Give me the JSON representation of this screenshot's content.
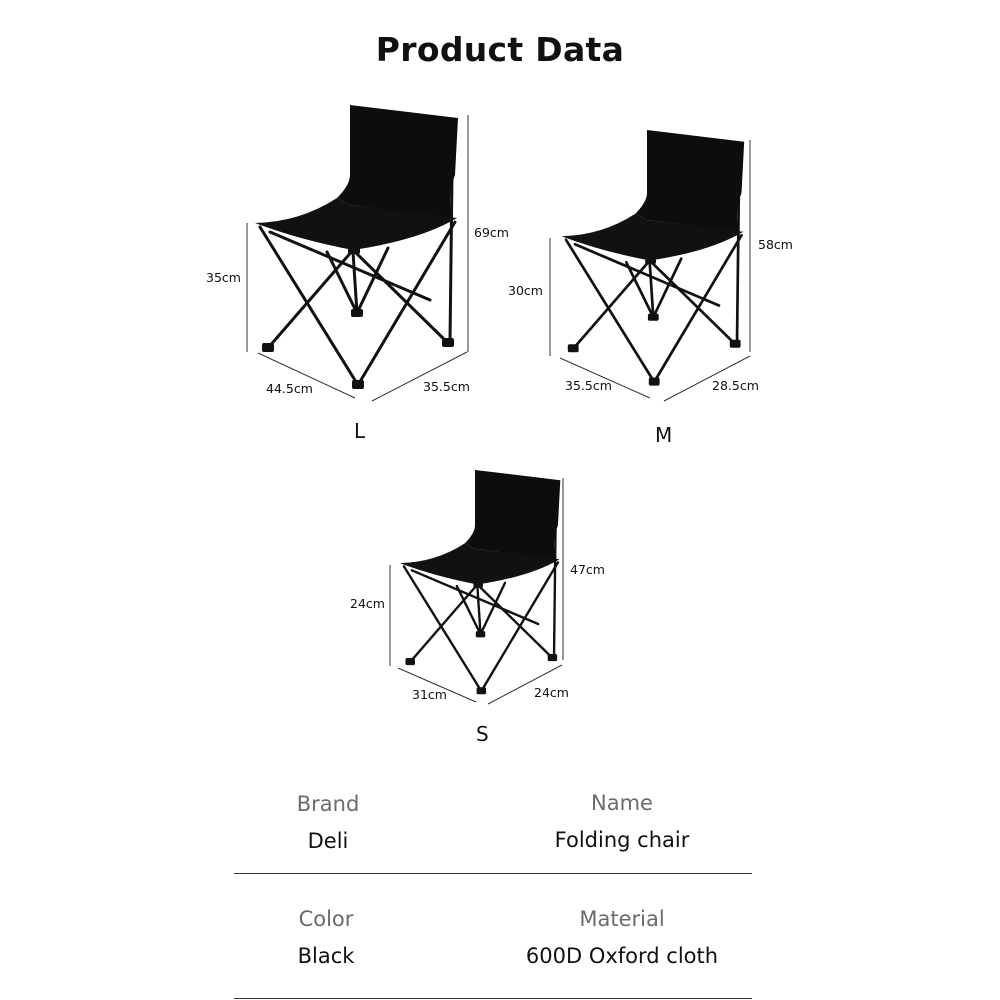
{
  "title": "Product Data",
  "chairs": [
    {
      "size": "L",
      "seat_height": "35cm",
      "total_height": "69cm",
      "width": "44.5cm",
      "depth": "35.5cm"
    },
    {
      "size": "M",
      "seat_height": "30cm",
      "total_height": "58cm",
      "width": "35.5cm",
      "depth": "28.5cm"
    },
    {
      "size": "S",
      "seat_height": "24cm",
      "total_height": "47cm",
      "width": "31cm",
      "depth": "24cm"
    }
  ],
  "specs": [
    {
      "label": "Brand",
      "value": "Deli"
    },
    {
      "label": "Name",
      "value": "Folding chair"
    },
    {
      "label": "Color",
      "value": "Black"
    },
    {
      "label": "Material",
      "value": "600D Oxford cloth"
    }
  ]
}
